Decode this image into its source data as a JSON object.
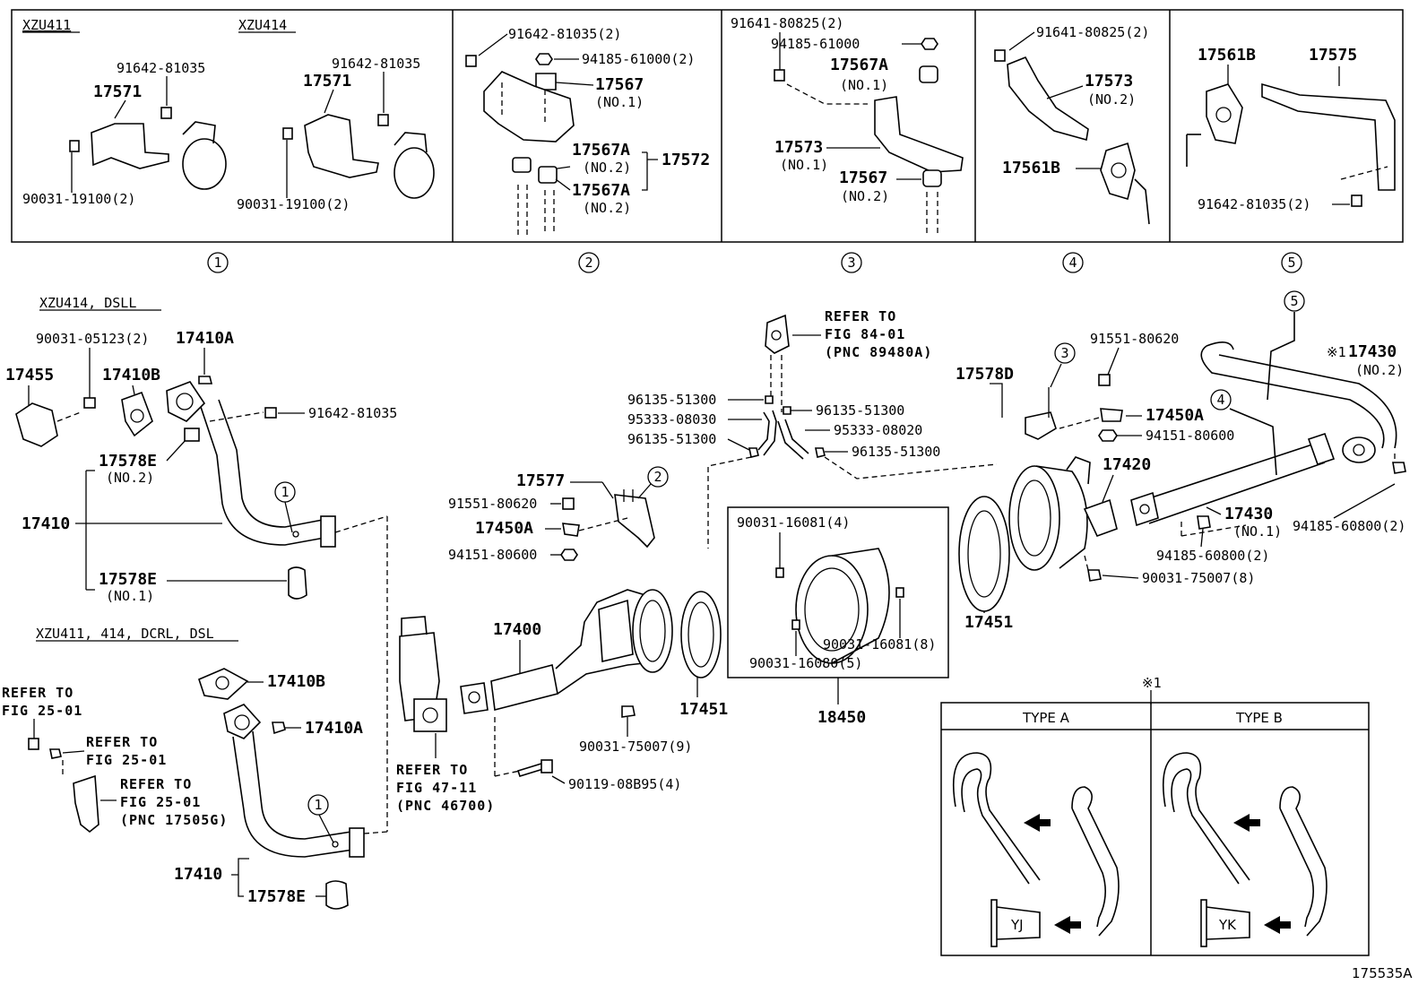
{
  "diagram_id": "175535A",
  "panels": {
    "p1": {
      "number": "1",
      "model_a": "XZU411",
      "model_b": "XZU414",
      "a_bolt": "91642-81035",
      "a_bracket": "17571",
      "a_bolt2": "90031-19100(2)",
      "b_bolt": "91642-81035",
      "b_bracket": "17571",
      "b_bolt2": "90031-19100(2)"
    },
    "p2": {
      "number": "2",
      "bolt": "91642-81035(2)",
      "nut": "94185-61000(2)",
      "mount1": "17567",
      "mount1_sub": "(NO.1)",
      "mount2a": "17567A",
      "mount2a_sub": "(NO.2)",
      "mount2b": "17567A",
      "mount2b_sub": "(NO.2)",
      "assembly": "17572"
    },
    "p3": {
      "number": "3",
      "bolt": "91641-80825(2)",
      "nut": "94185-61000",
      "mount1": "17567A",
      "mount1_sub": "(NO.1)",
      "bracket": "17573",
      "bracket_sub": "(NO.1)",
      "mount2": "17567",
      "mount2_sub": "(NO.2)"
    },
    "p4": {
      "number": "4",
      "bolt": "91641-80825(2)",
      "bracket": "17573",
      "bracket_sub": "(NO.2)",
      "insulator": "17561B"
    },
    "p5": {
      "number": "5",
      "insulator": "17561B",
      "bracket": "17575",
      "bolt": "91642-81035(2)"
    }
  },
  "left_top": {
    "model": "XZU414, DSLL",
    "bolt": "90031-05123(2)",
    "gasket_a": "17410A",
    "gasket_b": "17410B",
    "protector": "17455",
    "bolt2": "91642-81035",
    "clamp2": "17578E",
    "clamp2_sub": "(NO.2)",
    "pipe": "17410",
    "circle1": "1",
    "clamp1": "17578E",
    "clamp1_sub": "(NO.1)"
  },
  "left_bottom": {
    "model": "XZU411, 414, DCRL, DSL",
    "gasket_b": "17410B",
    "gasket_a": "17410A",
    "ref1_a": "REFER TO",
    "ref1_b": "FIG 25-01",
    "ref2_a": "REFER TO",
    "ref2_b": "FIG 25-01",
    "ref3_a": "REFER TO",
    "ref3_b": "FIG 25-01",
    "ref3_c": "(PNC 17505G)",
    "pipe": "17410",
    "clamp": "17578E",
    "circle1": "1"
  },
  "center": {
    "ref_a": "REFER TO",
    "ref_b": "FIG 84-01",
    "ref_c": "(PNC 89480A)",
    "clip_a": "96135-51300",
    "hose_a": "95333-08030",
    "clip_b": "96135-51300",
    "clip_c": "96135-51300",
    "hose_b": "95333-08020",
    "clip_d": "96135-51300",
    "bracket": "17577",
    "circle2": "2",
    "bolt": "91551-80620",
    "hanger": "17450A",
    "nut": "94151-80600",
    "converter": "17400",
    "gasket": "17451",
    "nut2": "90031-75007(9)",
    "bolt3": "90119-08B95(4)",
    "ref2_a": "REFER TO",
    "ref2_b": "FIG 47-11",
    "ref2_c": "(PNC 46700)"
  },
  "kit": {
    "a": "90031-16081(4)",
    "b": "90031-16081(8)",
    "c": "90031-16080(5)",
    "number": "18450"
  },
  "right": {
    "bracket": "17578D",
    "circle3": "3",
    "bolt": "91551-80620",
    "hanger": "17450A",
    "nut": "94151-80600",
    "muffler": "17420",
    "gasket": "17451",
    "circle4": "4",
    "circle5": "5",
    "tail_mark": "※1",
    "tail": "17430",
    "tail_sub": "(NO.2)",
    "pipe": "17430",
    "pipe_sub": "(NO.1)",
    "nut2": "94185-60800(2)",
    "nut3": "94185-60800(2)",
    "nut4": "90031-75007(8)"
  },
  "types": {
    "mark": "※1",
    "type_a": "TYPE A",
    "type_b": "TYPE B",
    "label_a": "YJ",
    "label_b": "YK"
  }
}
